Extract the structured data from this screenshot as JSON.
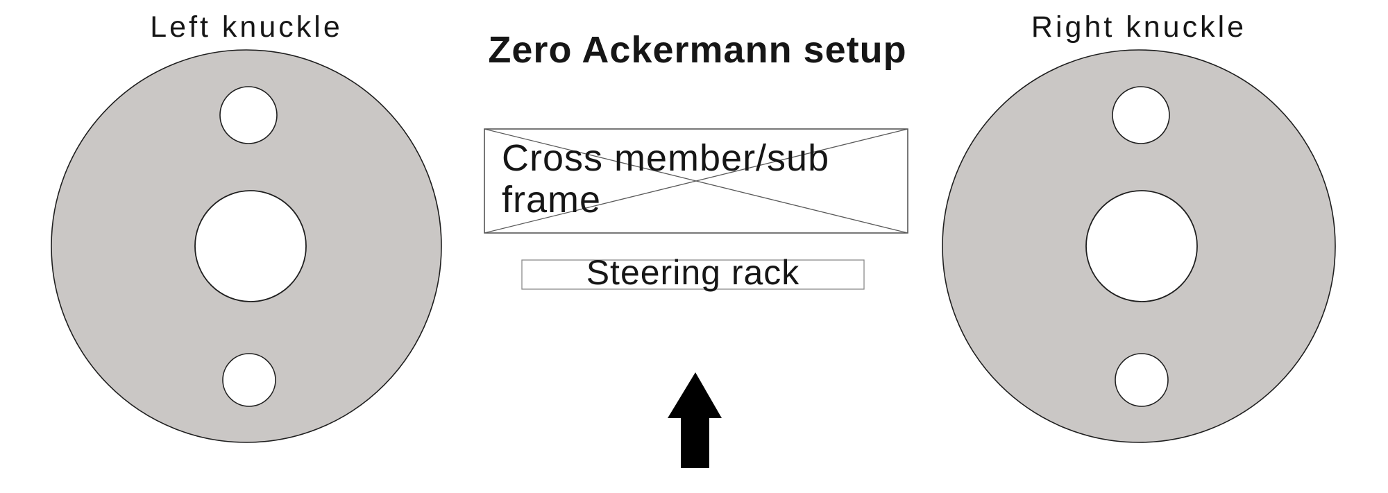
{
  "title": "Zero Ackermann setup",
  "left_knuckle": {
    "label": "Left knuckle"
  },
  "right_knuckle": {
    "label": "Right knuckle"
  },
  "cross_member": {
    "lines": [
      "Cross member/sub",
      "frame"
    ]
  },
  "steering_rack": {
    "label": "Steering rack"
  },
  "arrow": {
    "direction": "up"
  },
  "colors": {
    "knuckle_fill": "#cac7c5",
    "hole_fill": "#ffffff",
    "outline": "#1f1f1f",
    "box_border": "#4a4a4a",
    "diagonal": "#5a5a5a",
    "steering_border": "#8a8a8a",
    "arrow_fill": "#000000",
    "text": "#161616"
  }
}
